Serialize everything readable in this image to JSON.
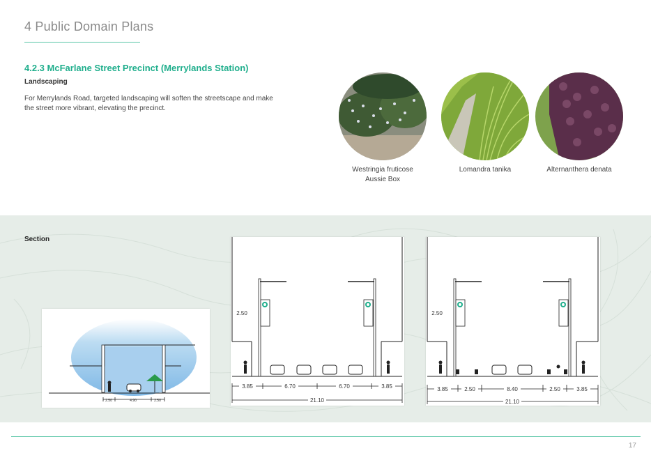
{
  "header": {
    "chapter": "4 Public Domain Plans"
  },
  "section": {
    "title": "4.2.3 McFarlane Street Precinct (Merrylands Station)",
    "subtitle": "Landscaping",
    "body": "For Merrylands Road, targeted landscaping will soften the streetscape and make the street more vibrant, elevating the precinct."
  },
  "plants": [
    {
      "line1": "Westringia fruticose",
      "line2": "Aussie Box"
    },
    {
      "line1": "Lomandra tanika",
      "line2": ""
    },
    {
      "line1": "Alternanthera denata",
      "line2": ""
    }
  ],
  "section_band": {
    "label": "Section",
    "small_dims": [
      "2.50",
      "4.90",
      "2.50"
    ],
    "mid": {
      "height": "2.50",
      "dims": [
        "3.85",
        "6.70",
        "6.70",
        "3.85"
      ],
      "total": "21.10"
    },
    "right": {
      "height": "2.50",
      "dims": [
        "3.85",
        "2.50",
        "8.40",
        "2.50",
        "3.85"
      ],
      "total": "21.10"
    }
  },
  "footer": {
    "page": "17"
  },
  "colors": {
    "accent": "#1fae8c",
    "band": "#e6ede8"
  }
}
